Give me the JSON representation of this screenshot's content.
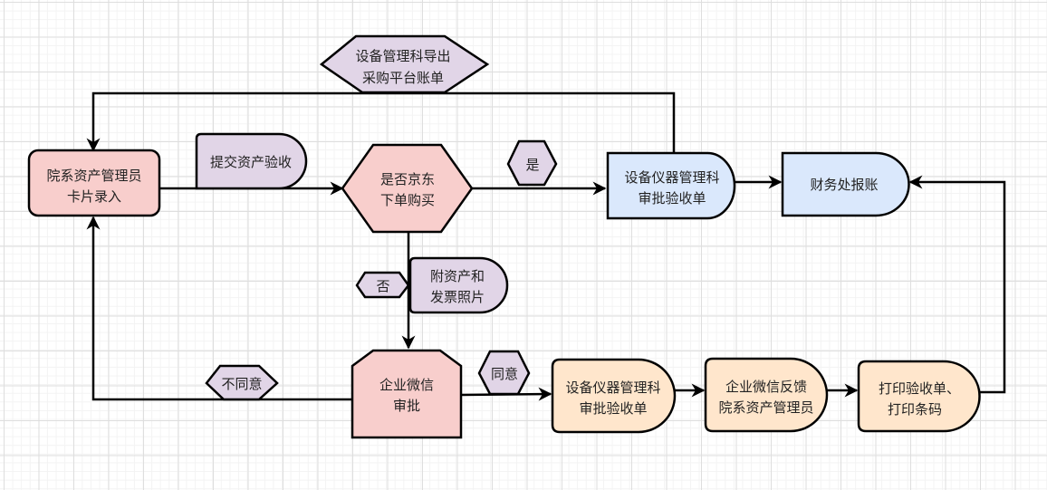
{
  "colors": {
    "pink": "#f8cecc",
    "lavender": "#e1d5e7",
    "blue": "#dae8fc",
    "peach": "#ffe6cc",
    "stroke": "#000000"
  },
  "nodes": {
    "card_entry": {
      "line1": "院系资产管理员",
      "line2": "卡片录入"
    },
    "submit_acceptance": {
      "line1": "提交资产验收"
    },
    "jd_decision": {
      "line1": "是否京东",
      "line2": "下单购买"
    },
    "export_bill": {
      "line1": "设备管理科导出",
      "line2": "采购平台账单"
    },
    "yes_label": {
      "line1": "是"
    },
    "equip_approve_top": {
      "line1": "设备仪器管理科",
      "line2": "审批验收单"
    },
    "finance": {
      "line1": "财务处报账"
    },
    "no_label": {
      "line1": "否"
    },
    "attach_photos": {
      "line1": "附资产和",
      "line2": "发票照片"
    },
    "wechat_approve": {
      "line1": "企业微信",
      "line2": "审批"
    },
    "disagree_label": {
      "line1": "不同意"
    },
    "agree_label": {
      "line1": "同意"
    },
    "equip_approve_bottom": {
      "line1": "设备仪器管理科",
      "line2": "审批验收单"
    },
    "wechat_feedback": {
      "line1": "企业微信反馈",
      "line2": "院系资产管理员"
    },
    "print": {
      "line1": "打印验收单、",
      "line2": "打印条码"
    }
  }
}
